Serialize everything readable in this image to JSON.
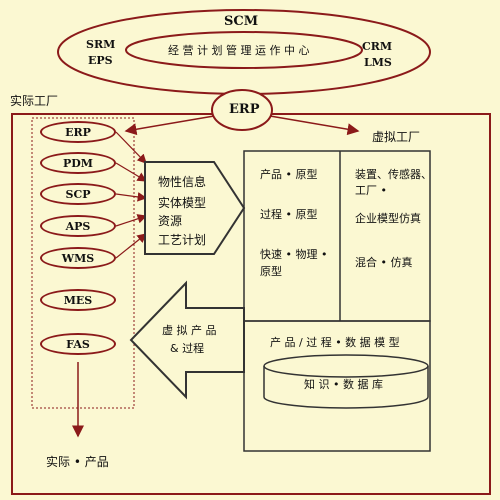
{
  "outer_ellipse": {
    "title": "SCM",
    "left_top": "SRM",
    "left_bottom": "EPS",
    "center": "经 营 计 划 管 理 运 作 中 心",
    "right_top": "CRM",
    "right_bottom": "LMS"
  },
  "erp_hub": "ERP",
  "real_factory_label": "实际工厂",
  "virtual_factory_label": "虚拟工厂",
  "systems": [
    "ERP",
    "PDM",
    "SCP",
    "APS",
    "WMS",
    "MES",
    "FAS"
  ],
  "info_box": [
    "物性信息",
    "实体模型",
    "资源",
    "工艺计划"
  ],
  "virtual_left_col": [
    "产品 • 原型",
    "过程 • 原型",
    "快速 • 物理 •",
    "原型"
  ],
  "virtual_right_col": [
    "装置、传感器、",
    "工厂 •",
    "企业模型仿真",
    "混合 • 仿真"
  ],
  "model_title": "产 品 / 过 程 • 数 据 模 型",
  "database_label": "知 识 • 数 据 库",
  "back_arrow_line1": "虚 拟 产 品",
  "back_arrow_line2": "&  过程",
  "output_label": "实际 • 产品",
  "colors": {
    "background": "#fbf8d2",
    "lines": "#8b1a1a",
    "box_border": "#333333"
  }
}
